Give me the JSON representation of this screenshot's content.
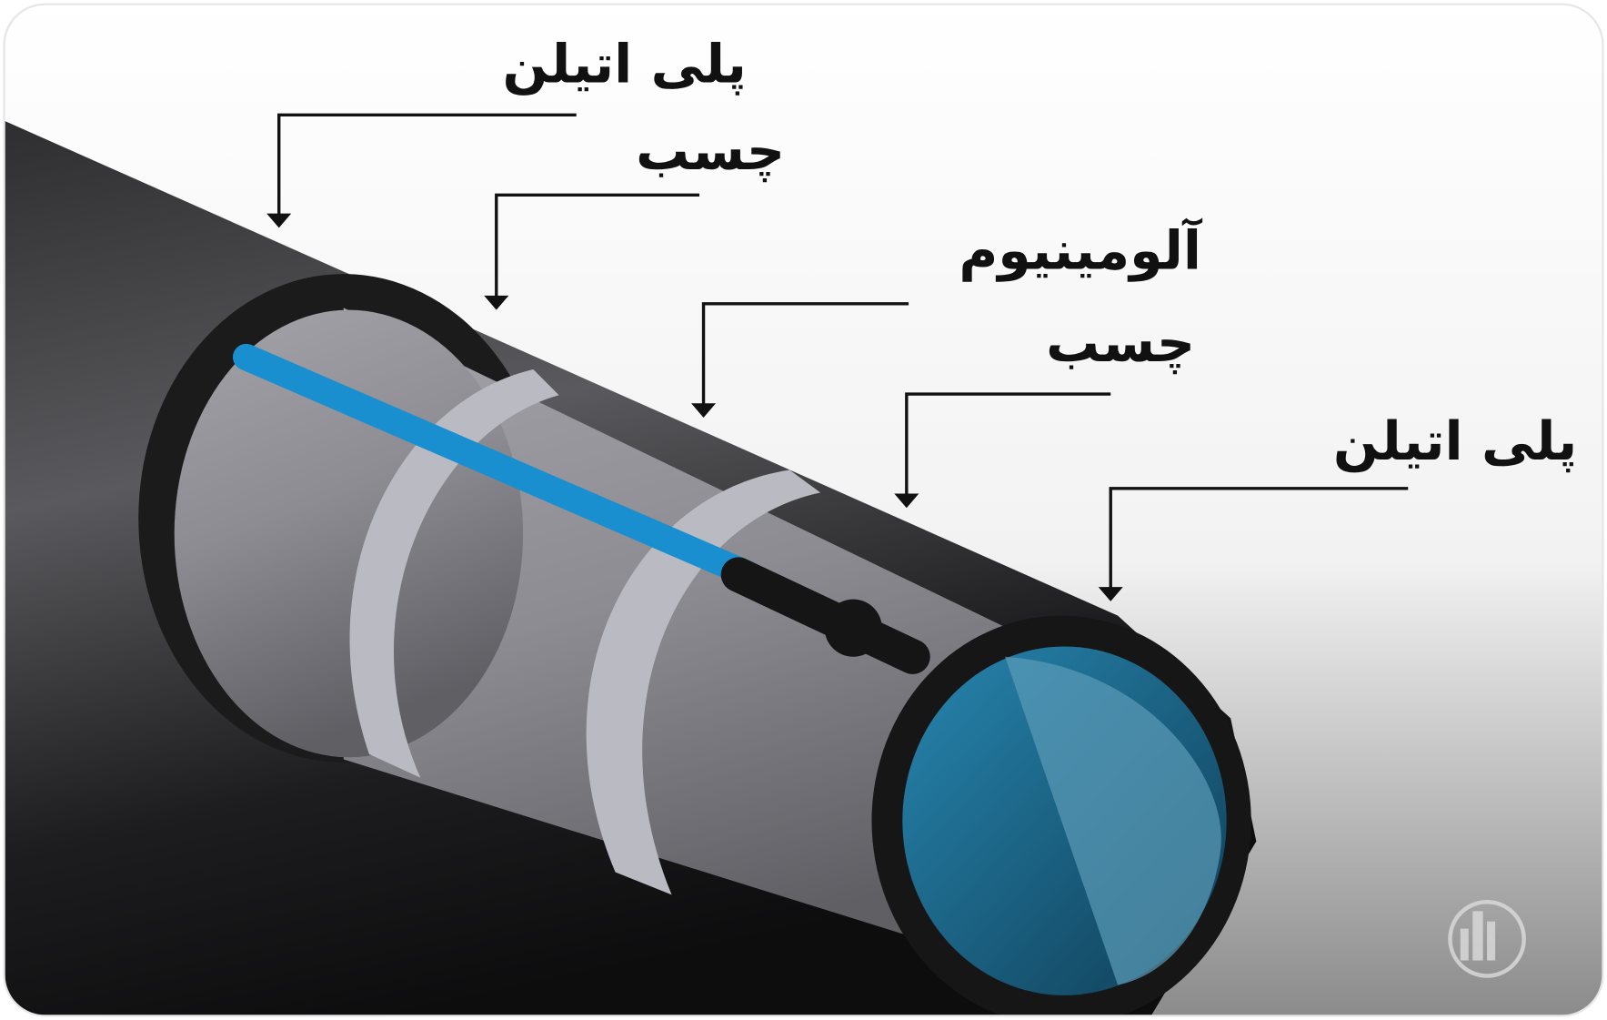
{
  "labels": {
    "outer_polyethylene": "پلی اتیلن",
    "outer_adhesive": "چسب",
    "aluminium": "آلومینیوم",
    "inner_adhesive": "چسب",
    "inner_polyethylene": "پلی اتیلن"
  },
  "colors": {
    "pipe_outer": "#2a2a2c",
    "pipe_inner_layer": "#8e8e94",
    "adhesive_band": "#b9b9c2",
    "blue_line": "#1a8fd0",
    "bore": "#1f6f94"
  },
  "logo": {
    "icon": "building-logo-icon"
  }
}
